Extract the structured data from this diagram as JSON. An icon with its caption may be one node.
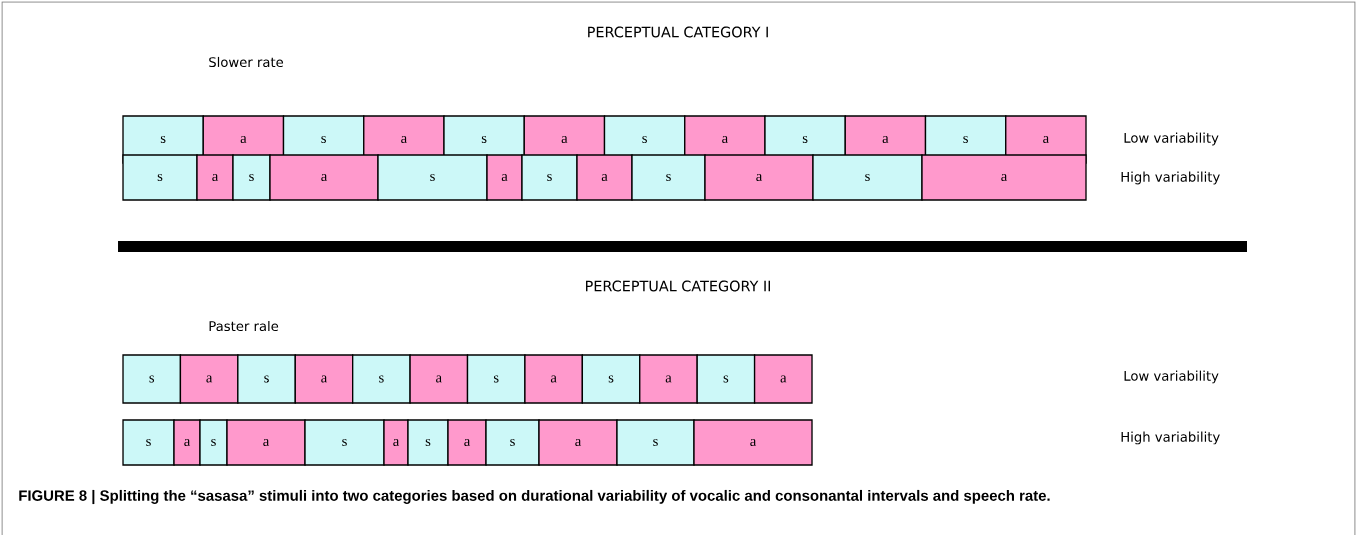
{
  "diagram": {
    "caption": "FIGURE 8 | Splitting the “sasasa” stimuli into two categories based on durational variability of vocalic and consonantal intervals and speech rate.",
    "nodes": [
      {
        "text": [
          "s"
        ]
      },
      {
        "text": [
          "a"
        ]
      },
      {
        "text": [
          "s"
        ]
      },
      {
        "text": [
          "a"
        ]
      },
      {
        "text": [
          "s"
        ]
      },
      {
        "text": [
          "a"
        ]
      },
      {
        "text": [
          "s"
        ]
      },
      {
        "text": [
          "a"
        ]
      },
      {
        "text": [
          "s"
        ]
      },
      {
        "text": [
          "a"
        ]
      },
      {
        "text": [
          "s"
        ]
      },
      {
        "text": [
          "a"
        ]
      },
      {
        "text": [
          "s"
        ]
      },
      {
        "text": [
          "a"
        ]
      },
      {
        "text": [
          "s"
        ]
      },
      {
        "text": [
          "a"
        ]
      },
      {
        "text": [
          "s"
        ]
      },
      {
        "text": [
          "a"
        ]
      },
      {
        "text": [
          "s"
        ]
      },
      {
        "text": [
          "a"
        ]
      },
      {
        "text": [
          "s"
        ]
      },
      {
        "text": [
          "a"
        ]
      },
      {
        "text": [
          "s"
        ]
      },
      {
        "text": [
          "a"
        ]
      },
      {
        "text": [
          "s"
        ]
      },
      {
        "text": [
          "a"
        ]
      },
      {
        "text": [
          "s"
        ]
      },
      {
        "text": [
          "a"
        ]
      },
      {
        "text": [
          "s"
        ]
      },
      {
        "text": [
          "a"
        ]
      },
      {
        "text": [
          "s"
        ]
      },
      {
        "text": [
          "a"
        ]
      },
      {
        "text": [
          "s"
        ]
      },
      {
        "text": [
          "a"
        ]
      },
      {
        "text": [
          "s"
        ]
      },
      {
        "text": [
          "a"
        ]
      },
      {
        "text": [
          "s"
        ]
      },
      {
        "text": [
          "a"
        ]
      },
      {
        "text": [
          "s"
        ]
      },
      {
        "text": [
          "a"
        ]
      },
      {
        "text": [
          "s"
        ]
      },
      {
        "text": [
          "a"
        ]
      },
      {
        "text": [
          "s"
        ]
      },
      {
        "text": [
          "a"
        ]
      },
      {
        "text": [
          "s"
        ]
      },
      {
        "text": [
          "a"
        ]
      },
      {
        "text": [
          "s"
        ]
      },
      {
        "text": [
          "a"
        ]
      }
    ],
    "labels": [
      "PERCEPTUAL CATEGORY I",
      "Slower rate",
      "Low variability",
      "High variability",
      "PERCEPTUAL CATEGORY II",
      "Paster rale",
      "Low variability",
      "High variability"
    ]
  }
}
